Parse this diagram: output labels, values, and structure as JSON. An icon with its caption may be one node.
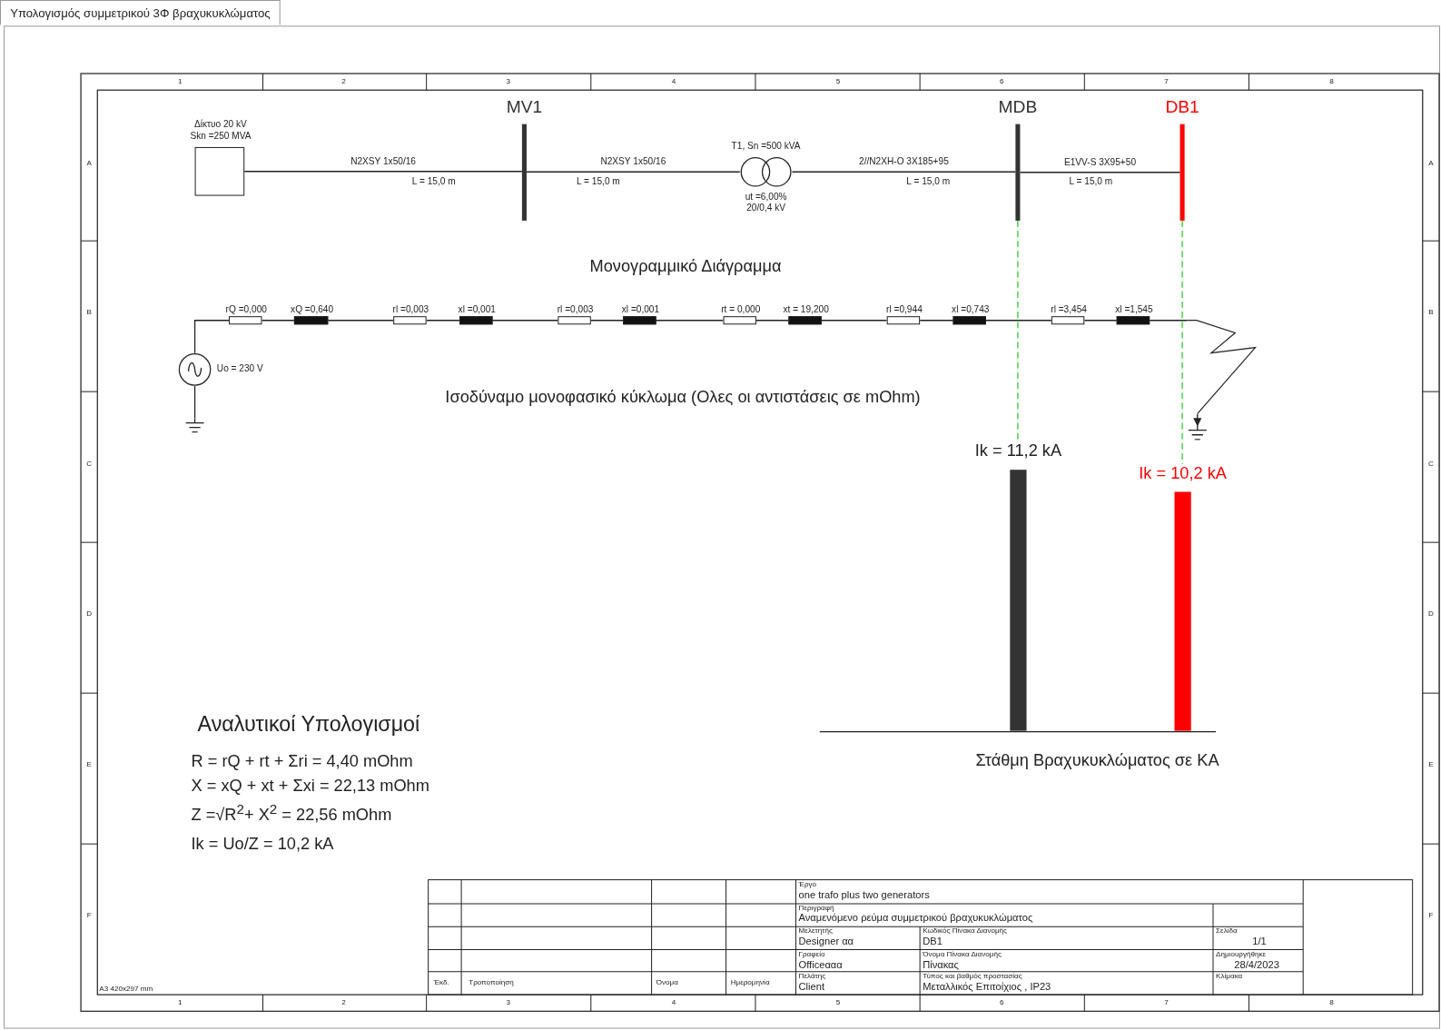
{
  "diagram": {
    "title": "Υπολογισμός συμμετρικού 3Φ βραχυκυκλώματος",
    "nodes": [
      {
        "text": [
          "Δίκτυο 20 kV Skn =250 MVA"
        ]
      },
      {
        "text": [
          "MV1"
        ]
      },
      {
        "text": [
          "T1, Sn =500 kVA",
          "ut =6,00% 20/0,4 kV"
        ]
      },
      {
        "text": [
          "MDB"
        ]
      },
      {
        "text": [
          "DB1"
        ]
      },
      {
        "text": [],
        "shape": "ground"
      },
      {
        "text": [],
        "shape": "circle",
        "beside": [
          "Uo = 230 V"
        ]
      },
      {
        "text": [
          "rQ =0,000"
        ]
      },
      {
        "text": [
          "xQ =0,640"
        ]
      },
      {
        "text": [
          "rl =0,003"
        ]
      },
      {
        "text": [
          "xl =0,001"
        ]
      },
      {
        "text": [
          "rl =0,003"
        ]
      },
      {
        "text": [
          "xl =0,001"
        ]
      },
      {
        "text": [
          "rt = 0,000"
        ]
      },
      {
        "text": [
          "xt = 19,200"
        ]
      },
      {
        "text": [
          "rl =0,944"
        ]
      },
      {
        "text": [
          "xl =0,743"
        ]
      },
      {
        "text": [
          "rl =3,454"
        ]
      },
      {
        "text": [
          "xl =1,545"
        ]
      },
      {
        "text": [],
        "shape": "lightning"
      },
      {
        "text": [],
        "shape": "ground"
      },
      {
        "text": [
          "Ik = 11,2 kA"
        ]
      },
      {
        "text": [
          "Ik = 10,2 kA"
        ]
      }
    ],
    "edges": [
      {
        "from": 0,
        "to": 1,
        "arrow": "none",
        "label": "N2XSY 1x50/16"
      },
      {
        "from": 1,
        "to": 2,
        "arrow": "none",
        "label": "N2XSY 1x50/16"
      },
      {
        "from": 2,
        "to": 3,
        "arrow": "none",
        "label": "2//N2XH-O 3X185+95"
      },
      {
        "from": 3,
        "to": 4,
        "arrow": "none",
        "label": "E1VV-S 3X95+50"
      },
      {
        "from": 5,
        "to": 6,
        "arrow": "none"
      },
      {
        "from": 6,
        "to": 7,
        "arrow": "none"
      },
      {
        "from": 7,
        "to": 8,
        "arrow": "none"
      },
      {
        "from": 8,
        "to": 9,
        "arrow": "none"
      },
      {
        "from": 9,
        "to": 10,
        "arrow": "none"
      },
      {
        "from": 10,
        "to": 11,
        "arrow": "none"
      },
      {
        "from": 11,
        "to": 12,
        "arrow": "none"
      },
      {
        "from": 12,
        "to": 13,
        "arrow": "none"
      },
      {
        "from": 13,
        "to": 14,
        "arrow": "none"
      },
      {
        "from": 14,
        "to": 15,
        "arrow": "none"
      },
      {
        "from": 15,
        "to": 16,
        "arrow": "none"
      },
      {
        "from": 16,
        "to": 17,
        "arrow": "none"
      },
      {
        "from": 17,
        "to": 18,
        "arrow": "none"
      },
      {
        "from": 18,
        "to": 19,
        "arrow": "none"
      },
      {
        "from": 19,
        "to": 20,
        "arrow": "to"
      },
      {
        "from": 3,
        "to": 21,
        "arrow": "none",
        "style": "dashed",
        "color": "#33cc33"
      },
      {
        "from": 4,
        "to": 22,
        "arrow": "none",
        "style": "dashed",
        "color": "#33cc33"
      }
    ],
    "labels": [
      "L = 15,0 m",
      "L = 15,0 m",
      "L = 15,0 m",
      "L = 15,0 m",
      "Μονογραμμικό Διάγραμμα",
      "Ισοδύναμο μονοφασικό κύκλωμα (Ολες οι αντιστάσεις σε mOhm)",
      "Στάθμη Βραχυκυκλώματος σε ΚΑ",
      "Αναλυτικοί Υπολογισμοί",
      "R = rQ + rt + Σri =  4,40 mOhm",
      "X = xQ + xt + Σxi = 22,13 mOhm",
      "Z =√R$^{2}$+ X$^{2}$ =  22,56 mOhm",
      "Ik = Uo/Z =  10,2 kA",
      "Έκδ.",
      "Τροποποίηση",
      "Όνομα",
      "Ημερομηνία",
      "Έργο",
      "one trafo plus two generators",
      "Περιγραφή",
      "Αναμενόμενο ρεύμα συμμετρικού βραχυκυκλώματος",
      "Μελετητής",
      "Designer αα",
      "Κωδικός Πίνακα Διανομής",
      "DB1",
      "Σελίδα",
      "1/1",
      "Γραφείο",
      "Officeααα",
      "Όνομα Πίνακα Διανομής",
      "Πίνακας",
      "Δημιουργήθηκε",
      "28/4/2023",
      "Πελάτης",
      "Client",
      "Τύπος και βαθμός προστασίας",
      "Μεταλλικός Επιτοίχιος , IP23",
      "Κλίμακα",
      "A3 420x297 mm",
      "1",
      "2",
      "3",
      "4",
      "5",
      "6",
      "7",
      "8",
      "A",
      "B",
      "C",
      "D",
      "E",
      "F",
      "A",
      "B",
      "C",
      "D",
      "E",
      "F",
      "1",
      "2",
      "3",
      "4",
      "5",
      "6",
      "7",
      "8"
    ]
  }
}
